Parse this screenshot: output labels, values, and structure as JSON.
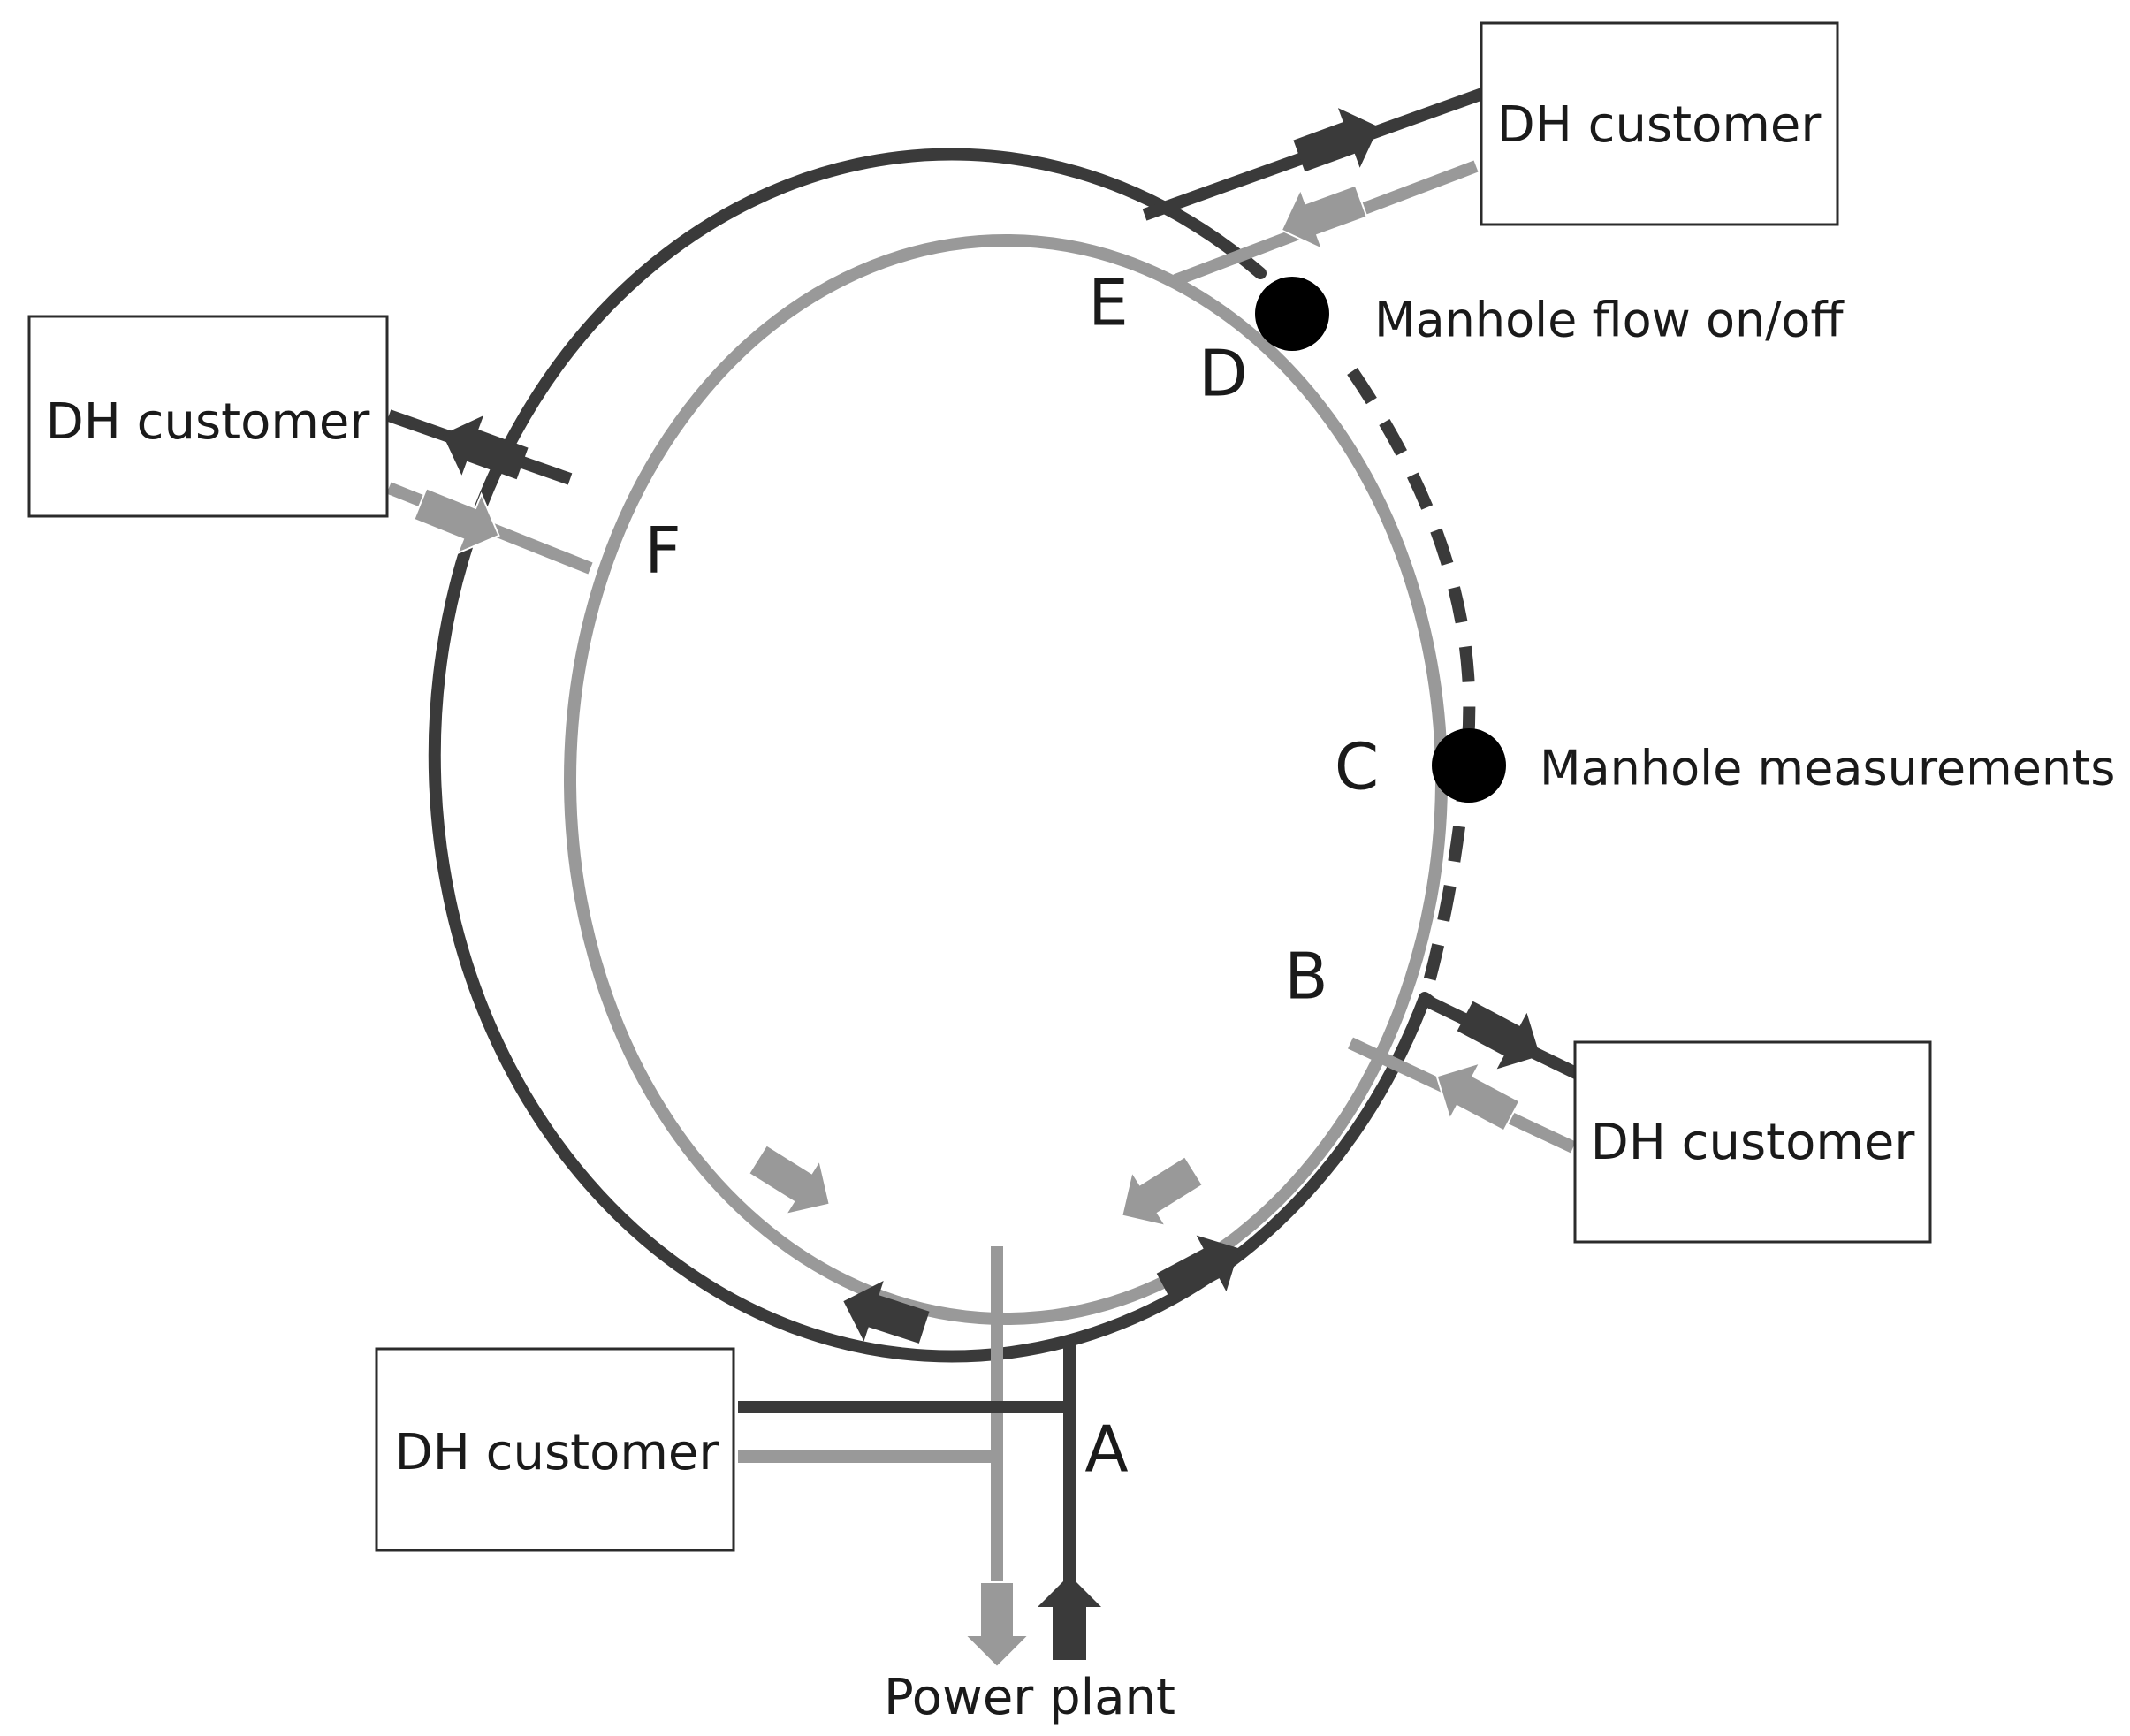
{
  "colors": {
    "supply": "#3a3a3a",
    "return": "#999999",
    "manhole": "#000000"
  },
  "customers": {
    "top_right": "DH customer",
    "left": "DH customer",
    "right": "DH customer",
    "bottom_left": "DH customer"
  },
  "points": {
    "a": "A",
    "b": "B",
    "c": "C",
    "d": "D",
    "e": "E",
    "f": "F"
  },
  "manholes": {
    "flow": "Manhole flow on/off",
    "measure": "Manhole measurements"
  },
  "power_plant": "Power plant"
}
